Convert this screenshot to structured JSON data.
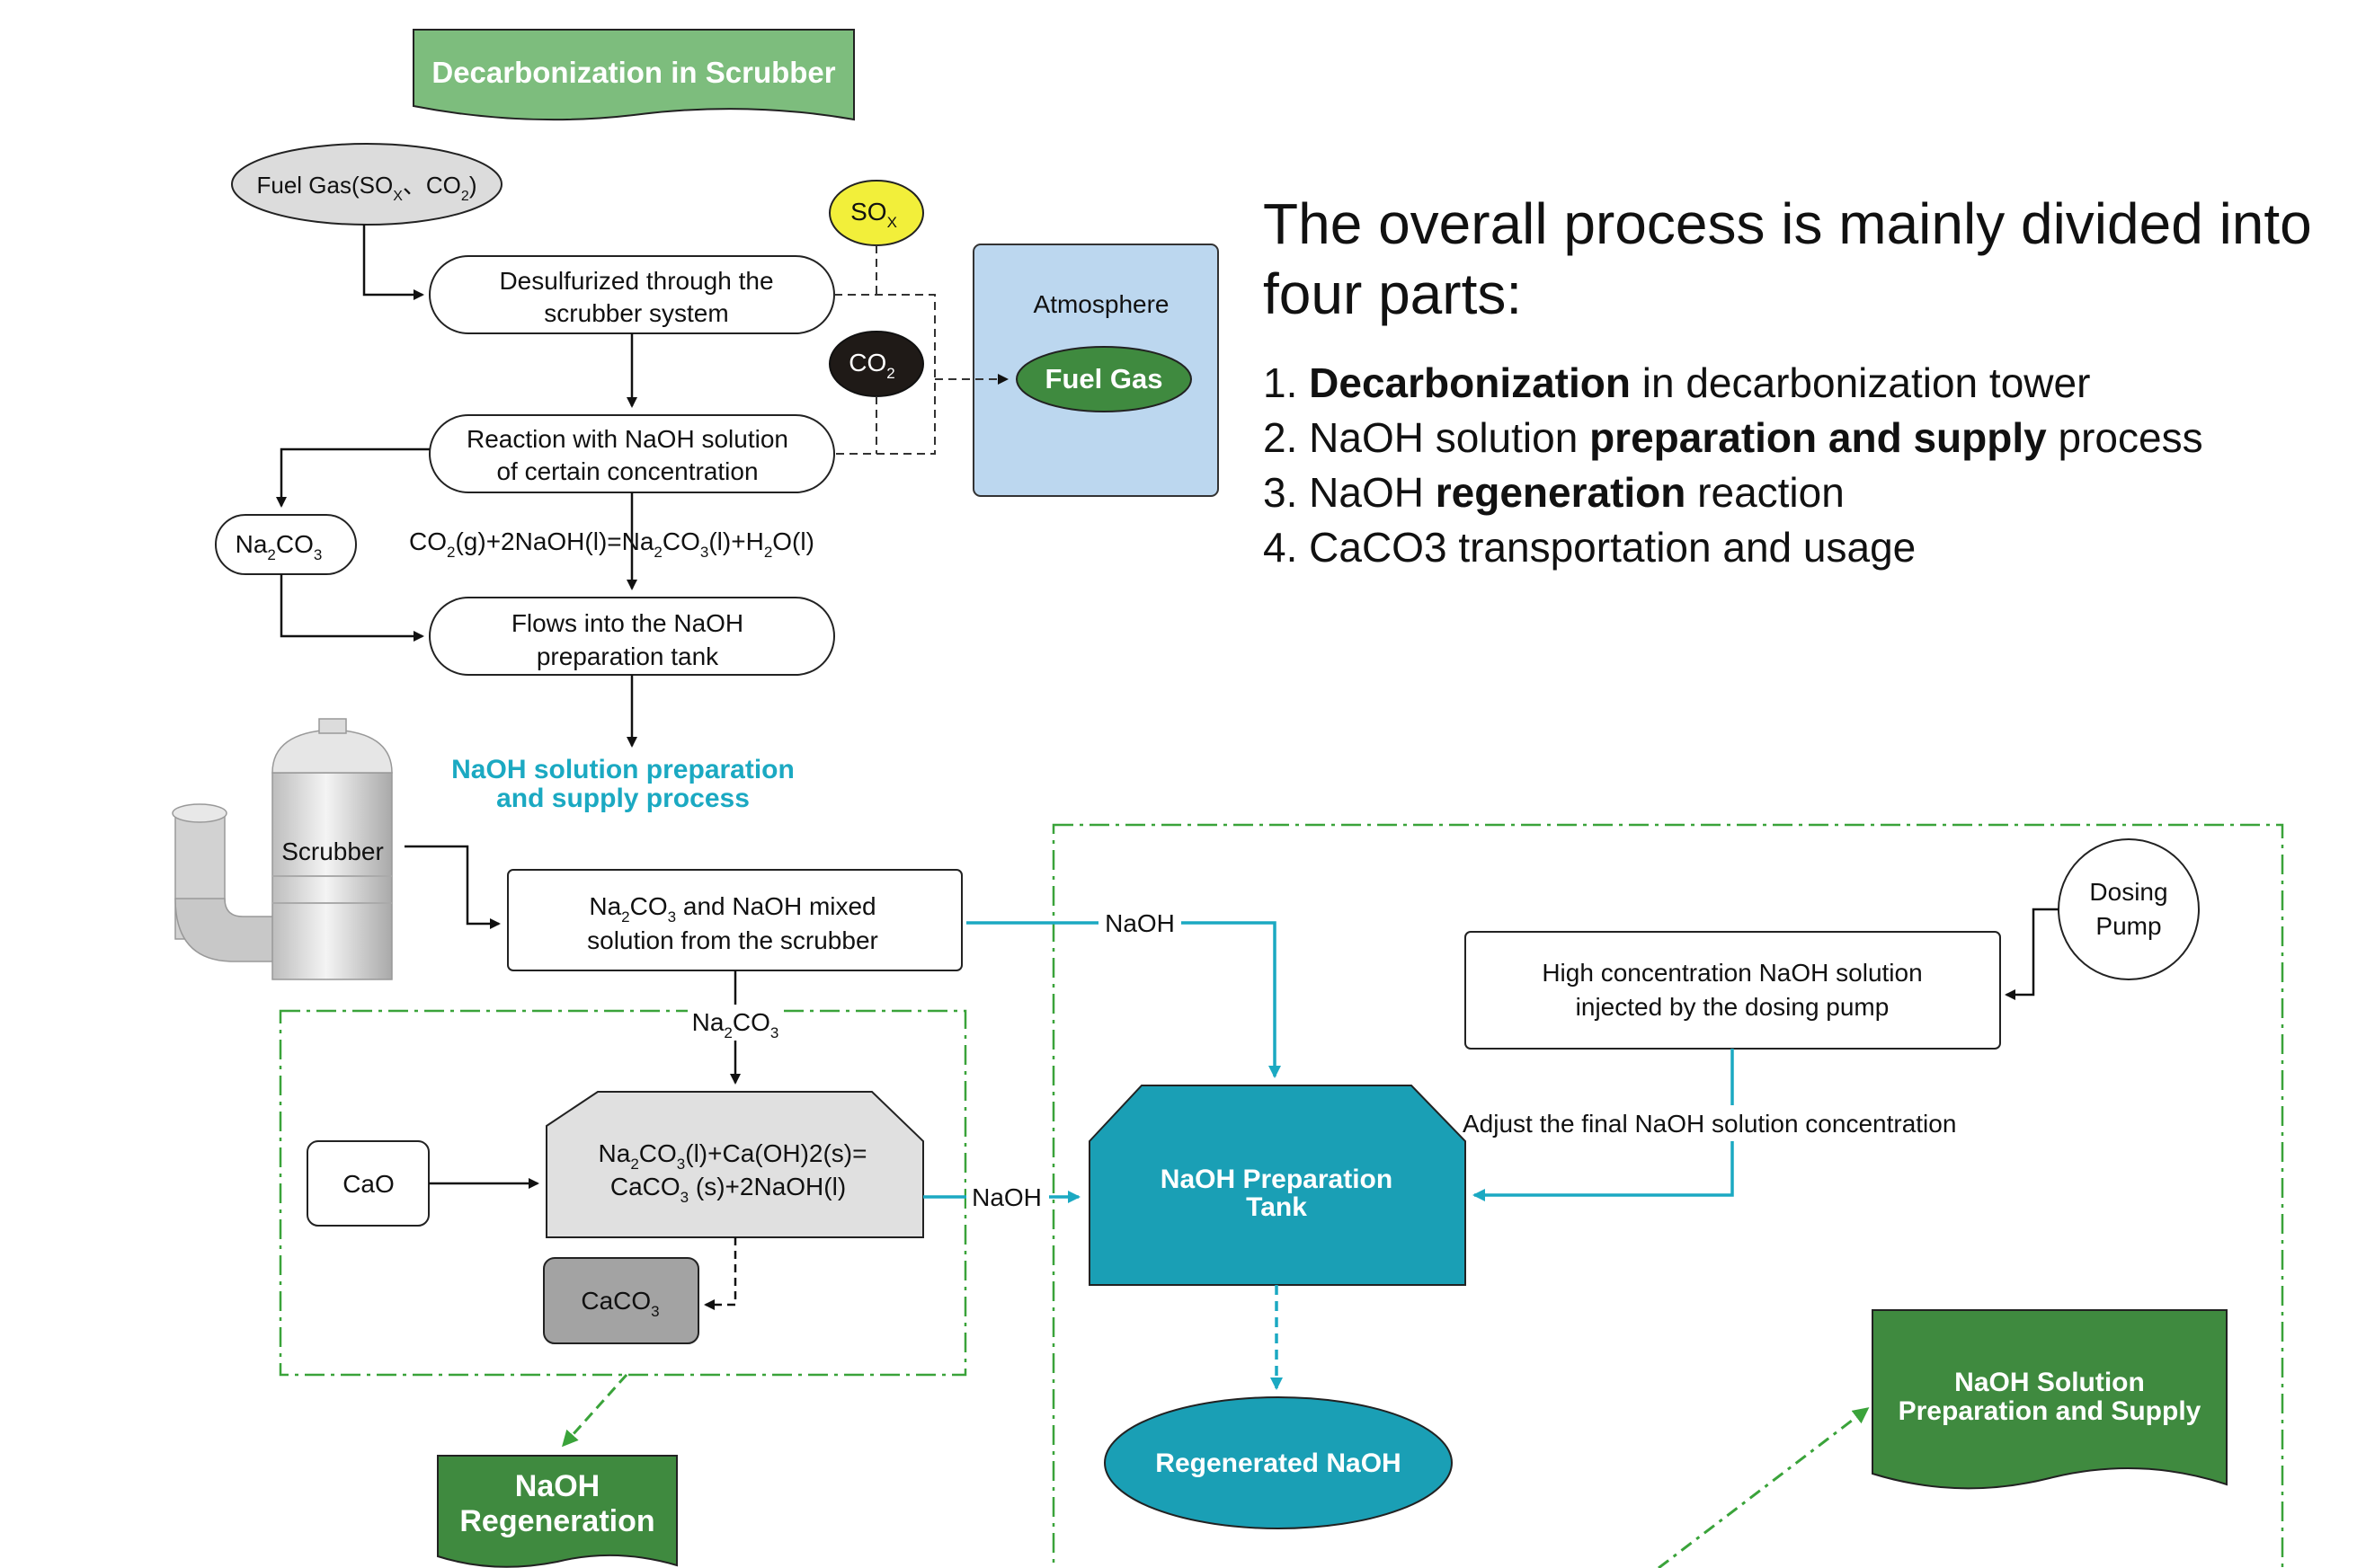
{
  "summary": {
    "heading": "The overall process is mainly divided into four parts:",
    "items": [
      {
        "num": "1.",
        "bold": "Decarbonization",
        "rest": " in decarbonization tower",
        "pre": ""
      },
      {
        "num": "2.",
        "pre": "NaOH solution ",
        "bold": "preparation and supply",
        "rest": " process"
      },
      {
        "num": "3.",
        "pre": "NaOH ",
        "bold": "regeneration",
        "rest": " reaction"
      },
      {
        "num": "4.",
        "pre": "CaCO3 transportation and usage",
        "bold": "",
        "rest": ""
      }
    ]
  },
  "banners": {
    "decarbonization": "Decarbonization in Scrubber",
    "regeneration_1": "NaOH",
    "regeneration_2": "Regeneration",
    "supply_1": "NaOH Solution",
    "supply_2": "Preparation and Supply"
  },
  "nodes": {
    "fuel_gas_input": {
      "text": "Fuel Gas(SO",
      "sub1": "X",
      "sep": "、CO",
      "sub2": "2",
      "close": ")"
    },
    "desulfurized_1": "Desulfurized through the",
    "desulfurized_2": "scrubber system",
    "reaction_1": "Reaction with NaOH solution",
    "reaction_2": "of certain concentration",
    "flows_1": "Flows into the NaOH",
    "flows_2": "preparation tank",
    "na2co3_left": {
      "a": "Na",
      "s1": "2",
      "b": "CO",
      "s2": "3"
    },
    "equation_1": {
      "a": "CO",
      "s1": "2",
      "b": "(g)+2NaOH(l)=Na",
      "s2": "2",
      "c": "CO",
      "s3": "3",
      "d": "(l)+H",
      "s4": "2",
      "e": "O(l)"
    },
    "sox": {
      "a": "SO",
      "s1": "X"
    },
    "co2": {
      "a": "CO",
      "s1": "2"
    },
    "atmosphere": "Atmosphere",
    "fuel_gas_out": "Fuel Gas",
    "section_label_1": "NaOH solution preparation",
    "section_label_2": "and supply process",
    "scrubber": "Scrubber",
    "mixed_1": {
      "a": "Na",
      "s1": "2",
      "b": "CO",
      "s2": "3",
      "c": " and NaOH mixed"
    },
    "mixed_2": "solution from the scrubber",
    "na2co3_flow": {
      "a": "Na",
      "s1": "2",
      "b": "CO",
      "s2": "3"
    },
    "cao": "CaO",
    "equation_2a": {
      "a": "Na",
      "s1": "2",
      "b": "CO",
      "s2": "3",
      "c": "(l)+Ca(OH)2(s)="
    },
    "equation_2b": {
      "a": "CaCO",
      "s1": "3",
      "b": "  (s)+2NaOH(l)"
    },
    "caco3": {
      "a": "CaCO",
      "s1": "3"
    },
    "naoh_top": "NaOH",
    "naoh_mid": "NaOH",
    "high_conc_1": "High concentration NaOH solution",
    "high_conc_2": "injected by the dosing pump",
    "dosing_1": "Dosing",
    "dosing_2": "Pump",
    "adjust": "Adjust the final NaOH solution concentration",
    "prep_tank_1": "NaOH Preparation",
    "prep_tank_2": "Tank",
    "regenerated": "Regenerated NaOH"
  },
  "colors": {
    "green_fill": "#3f8a3f",
    "green_light": "#7dbd7d",
    "teal": "#1ba9c2",
    "teal_dark": "#1a9fb5",
    "atmosphere_fill": "#bcd7ef",
    "sox_yellow": "#f2ef3a",
    "co2_black": "#1f1a17",
    "gray_light": "#e0e0e0",
    "gray_mid": "#a3a3a3",
    "dash_green": "#3aa33a"
  }
}
